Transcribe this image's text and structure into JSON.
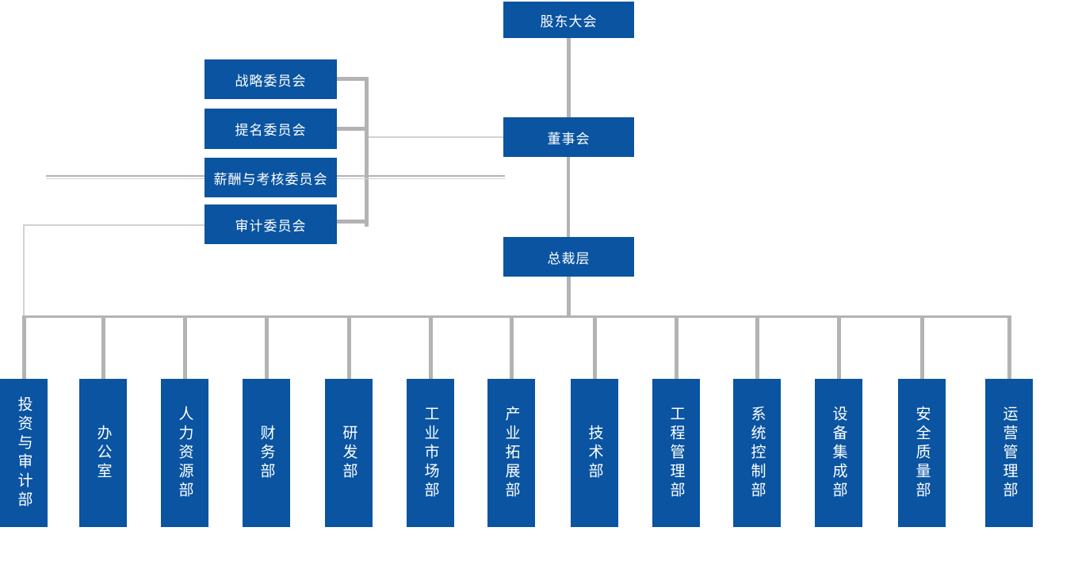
{
  "org_chart": {
    "type": "organization-chart",
    "colors": {
      "node_fill": "#0A54A1",
      "node_text": "#FFFFFF",
      "connector": "#B3B3B3",
      "connector_light": "#D2D2D2"
    },
    "root": {
      "label": "股东大会"
    },
    "board": {
      "label": "董事会"
    },
    "president": {
      "label": "总裁层"
    },
    "committees": [
      {
        "label": "战略委员会"
      },
      {
        "label": "提名委员会"
      },
      {
        "label": "薪酬与考核委员会"
      },
      {
        "label": "审计委员会"
      }
    ],
    "departments": [
      {
        "label": "投资与审计部"
      },
      {
        "label": "办公室"
      },
      {
        "label": "人力资源部"
      },
      {
        "label": "财务部"
      },
      {
        "label": "研发部"
      },
      {
        "label": "工业市场部"
      },
      {
        "label": "产业拓展部"
      },
      {
        "label": "技术部"
      },
      {
        "label": "工程管理部"
      },
      {
        "label": "系统控制部"
      },
      {
        "label": "设备集成部"
      },
      {
        "label": "安全质量部"
      },
      {
        "label": "运营管理部"
      }
    ]
  }
}
